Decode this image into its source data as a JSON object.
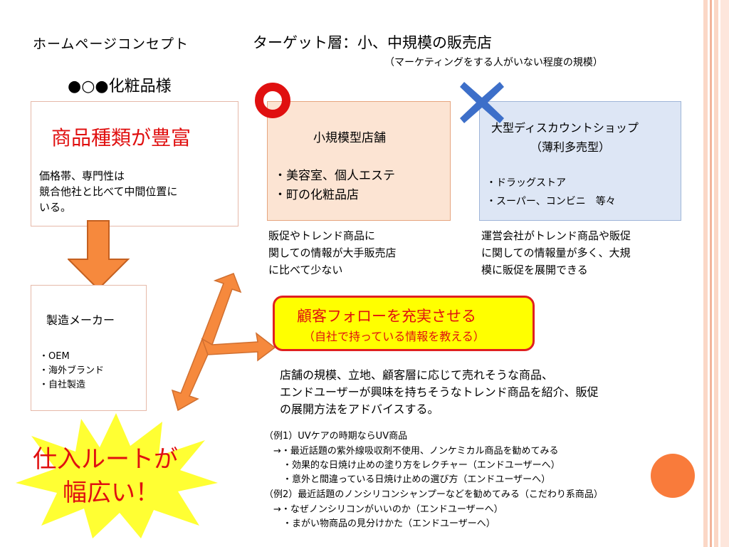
{
  "header": {
    "page_title": "ホームページコンセプト",
    "target": "ターゲット層：小、中規模の販売店",
    "target_note": "（マーケティングをする人がいない程度の規模）",
    "client": "●○●化粧品様"
  },
  "left_box": {
    "headline": "商品種類が豊富",
    "body_lines": [
      "価格帯、専門性は",
      "競合他社と比べて中間位置に",
      "いる。"
    ]
  },
  "small_store_box": {
    "title": "小規模型店舗",
    "items": [
      "・美容室、個人エステ",
      "・町の化粧品店"
    ],
    "note_lines": [
      "販促やトレンド商品に",
      "関しての情報が大手販売店",
      "に比べて少ない"
    ]
  },
  "large_store_box": {
    "title_lines": [
      "大型ディスカウントショップ",
      "（薄利多売型）"
    ],
    "items": [
      "・ドラッグストア",
      "・スーパー、コンビニ　等々"
    ],
    "note_lines": [
      "運営会社がトレンド商品や販促",
      "に関しての情報量が多く、大規",
      "模に販促を展開できる"
    ]
  },
  "maker_box": {
    "title": "製造メーカー",
    "items": [
      "・OEM",
      "・海外ブランド",
      "・自社製造"
    ]
  },
  "burst": {
    "lines": [
      "仕入ルートが",
      "幅広い！"
    ]
  },
  "follow": {
    "title": "顧客フォローを充実させる",
    "subtitle": "（自社で持っている情報を教える）",
    "desc_lines": [
      "店舗の規模、立地、顧客層に応じて売れそうな商品、",
      "エンドユーザーが興味を持ちそうなトレンド商品を紹介、販促",
      "の展開方法をアドバイスする。"
    ]
  },
  "examples": {
    "lines": [
      "（例1）UVケアの時期ならUV商品",
      "　→・最近話題の紫外線吸収剤不使用、ノンケミカル商品を勧めてみる",
      "　　・効果的な日焼け止めの塗り方をレクチャー（エンドユーザーへ）",
      "　　・意外と間違っている日焼け止めの選び方（エンドユーザーへ）",
      "（例2）最近話題のノンシリコンシャンプーなどを勧めてみる（こだわり系商品）",
      "　→・なぜノンシリコンがいいのか（エンドユーザーへ）",
      "　　・まがい物商品の見分けかた（エンドユーザーへ）"
    ]
  },
  "colors": {
    "accent_red": "#e01010",
    "arrow_orange": "#f6893d",
    "cross_blue": "#3d6fc9",
    "burst_yellow": "#ffff33"
  }
}
